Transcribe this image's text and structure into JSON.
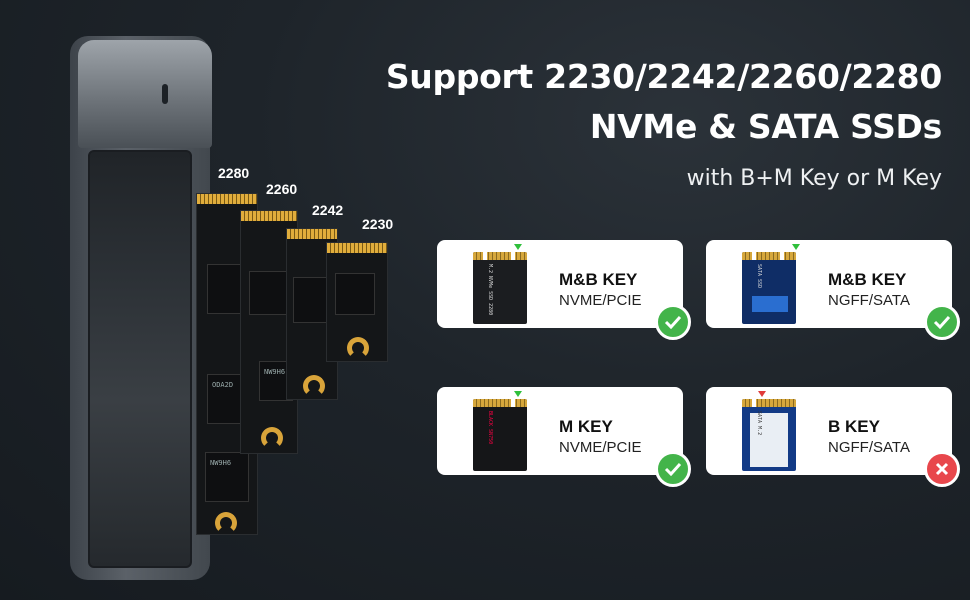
{
  "headline": {
    "line1": "Support 2230/2242/2260/2280",
    "line2": "NVMe & SATA SSDs",
    "subline": "with B+M Key or M Key"
  },
  "sizes": [
    "2280",
    "2260",
    "2242",
    "2230"
  ],
  "chips": {
    "model": "ODA2D",
    "code": "NW9H6"
  },
  "cards": [
    {
      "key": "M&B KEY",
      "protocol": "NVME/PCIE",
      "status": "supported",
      "marker_color": "#2fbf3b",
      "ssd_label": "M.2 NVMe SSD 2280"
    },
    {
      "key": "M&B KEY",
      "protocol": "NGFF/SATA",
      "status": "supported",
      "marker_color": "#2fbf3b",
      "ssd_label": "SATA SSD"
    },
    {
      "key": "M KEY",
      "protocol": "NVME/PCIE",
      "status": "supported",
      "marker_color": "#2fbf3b",
      "ssd_label": "BLACK SN750"
    },
    {
      "key": "B KEY",
      "protocol": "NGFF/SATA",
      "status": "unsupported",
      "marker_color": "#e03a3a",
      "ssd_label": "SATA M.2"
    }
  ],
  "colors": {
    "ok": "#43b44a",
    "no": "#e8474c",
    "background": "#1e242a"
  }
}
